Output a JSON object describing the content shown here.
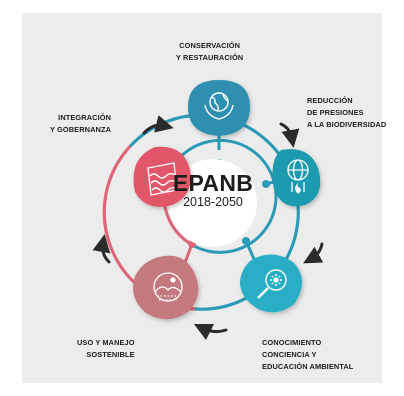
{
  "center": {
    "title": "EPANB",
    "subtitle": "2018-2050"
  },
  "nodes": [
    {
      "id": "conservacion",
      "lines": [
        "CONSERVACIÓN",
        "Y RESTAURACIÓN"
      ],
      "icon": "globe-hands-icon",
      "color": "#2e8fb1"
    },
    {
      "id": "reduccion",
      "lines": [
        "REDUCCIÓN",
        "DE PRESIONES",
        "A LA BIODIVERSIDAD"
      ],
      "icon": "globe-flame-icon",
      "color": "#1f9ab0"
    },
    {
      "id": "conocimiento",
      "lines": [
        "CONOCIMIENTO",
        "CONCIENCIA Y",
        "EDUCACIÓN AMBIENTAL"
      ],
      "icon": "magnifier-icon",
      "color": "#29aec6"
    },
    {
      "id": "uso",
      "lines": [
        "USO Y MANEJO",
        "SOSTENIBLE"
      ],
      "icon": "landscape-icon",
      "color": "#c4797e"
    },
    {
      "id": "integracion",
      "lines": [
        "INTEGRACIÓN",
        "Y GOBERNANZA"
      ],
      "icon": "waves-flag-icon",
      "color": "#e2576a"
    }
  ],
  "colors": {
    "background": "#ececed",
    "teal_ring": "#2b9bb5",
    "pink_ring": "#df6578"
  }
}
